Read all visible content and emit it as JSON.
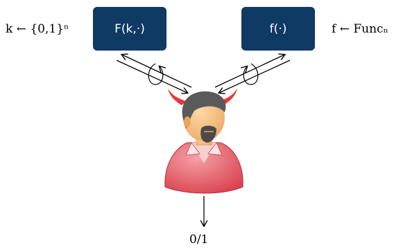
{
  "labels": {
    "key_sample": "k ← {0,1}ⁿ",
    "func_sample": "f ← Funcₙ",
    "output": "0/1"
  },
  "boxes": {
    "left": "F(k,·)",
    "right": "f(·)"
  },
  "colors": {
    "box_fill": "#0f3a64",
    "box_text": "#ffffff",
    "horns": "#e8383a",
    "shirt": "#e0505a",
    "skin": "#f0b070",
    "hair": "#555555"
  },
  "icons": {
    "adversary": "devil-person-icon"
  }
}
